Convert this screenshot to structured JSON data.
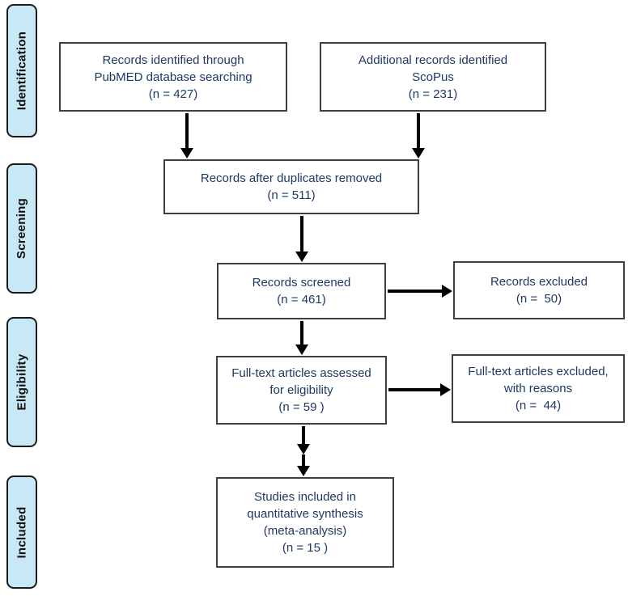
{
  "palette": {
    "background": "#ffffff",
    "text": "#1f3864",
    "box_border": "#3f3f3f",
    "phase_fill": "#c9e8f6",
    "phase_border": "#1a1a1a",
    "arrow": "#000000"
  },
  "sidebar": {
    "items": [
      {
        "label": "Identification"
      },
      {
        "label": "Screening"
      },
      {
        "label": "Eligibility"
      },
      {
        "label": "Included"
      }
    ]
  },
  "flow": {
    "boxes": [
      {
        "id": "records-pubmed",
        "lines": [
          "Records identified through",
          "PubMED database searching",
          "(n = 427)"
        ]
      },
      {
        "id": "records-scopus",
        "lines": [
          "Additional records identified",
          "ScoPus",
          "(n = 231)"
        ]
      },
      {
        "id": "duplicates-removed",
        "lines": [
          "Records after duplicates removed",
          "(n = 511)"
        ]
      },
      {
        "id": "records-screened",
        "lines": [
          "Records screened",
          "(n = 461)"
        ]
      },
      {
        "id": "records-excluded",
        "lines": [
          "Records excluded",
          "(n =  50)"
        ]
      },
      {
        "id": "fulltext-assessed",
        "lines": [
          "Full-text articles assessed",
          "for eligibility",
          "(n = 59 )"
        ]
      },
      {
        "id": "fulltext-excluded",
        "lines": [
          "Full-text articles excluded,",
          "with reasons",
          "(n =  44)"
        ]
      },
      {
        "id": "studies-included",
        "lines": [
          "Studies included in",
          "quantitative synthesis",
          "(meta-analysis)",
          "(n = 15 )"
        ]
      }
    ]
  }
}
